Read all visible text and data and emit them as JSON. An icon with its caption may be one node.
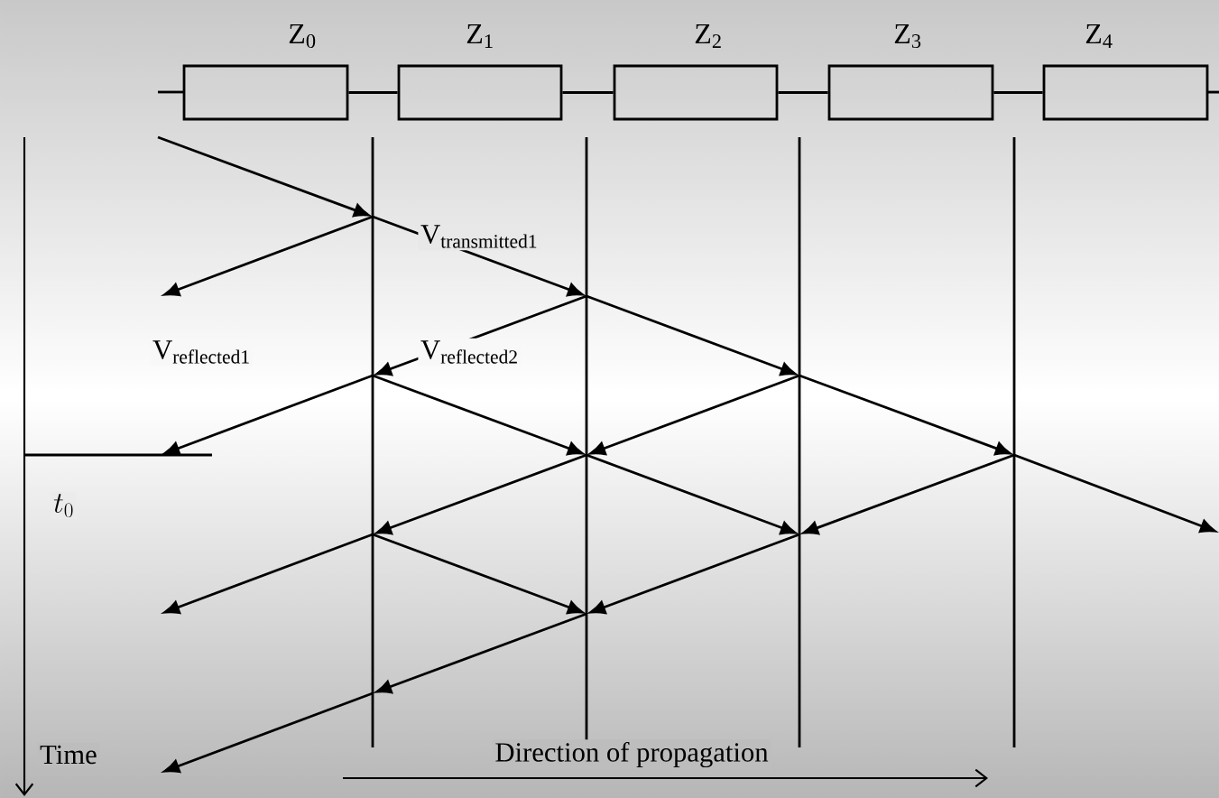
{
  "diagram": {
    "nodes": [
      {
        "text": [
          "Z$_{0}$"
        ]
      },
      {
        "text": [
          "Z$_{1}$"
        ]
      },
      {
        "text": [
          "Z$_{2}$"
        ]
      },
      {
        "text": [
          "Z$_{3}$"
        ]
      },
      {
        "text": [
          "Z$_{4}$"
        ]
      }
    ],
    "edges": [
      {
        "from": 0,
        "to": 1,
        "arrow": "none"
      },
      {
        "from": 1,
        "to": 2,
        "arrow": "none"
      },
      {
        "from": 2,
        "to": 3,
        "arrow": "none"
      },
      {
        "from": 3,
        "to": 4,
        "arrow": "none"
      }
    ],
    "labels": [
      "\\mathrm{V}_{\\mathrm{transmitted1}}",
      "\\mathrm{V}_{\\mathrm{reflected1}}",
      "\\mathrm{V}_{\\mathrm{reflected2}}",
      "t_{0}",
      "Time",
      "Direction of propagation"
    ]
  }
}
